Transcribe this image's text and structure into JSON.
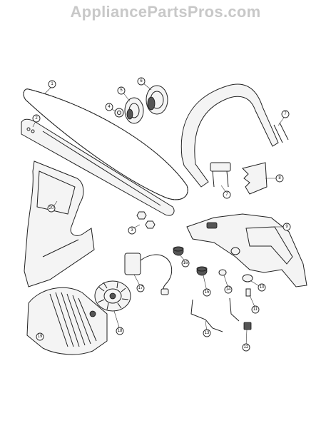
{
  "watermark": "AppliancePartsPros.com",
  "callouts": [
    "1",
    "2",
    "3",
    "4",
    "5",
    "6",
    "7",
    "8",
    "9",
    "10",
    "11",
    "12",
    "13",
    "14",
    "15",
    "16",
    "17",
    "18",
    "19",
    "20"
  ],
  "colors": {
    "ink": "#222222",
    "watermark": "#c8c8c8",
    "background": "#ffffff"
  }
}
